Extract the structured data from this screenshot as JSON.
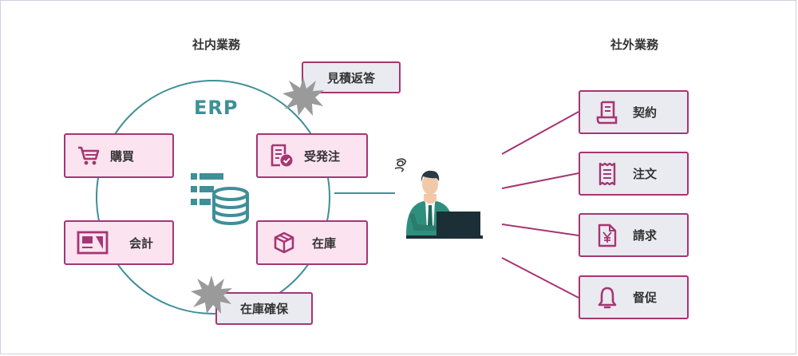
{
  "sections": {
    "internal_title": "社内業務",
    "external_title": "社外業務"
  },
  "erp": {
    "label": "ERP"
  },
  "internal_boxes": {
    "purchasing": {
      "label": "購買",
      "icon": "shopping-cart-icon"
    },
    "order_processing": {
      "label": "受発注",
      "icon": "document-check-icon"
    },
    "accounting": {
      "label": "会計",
      "icon": "ledger-window-icon"
    },
    "inventory": {
      "label": "在庫",
      "icon": "package-box-icon"
    }
  },
  "trouble_boxes": {
    "quote_response": {
      "label": "見積返答"
    },
    "inventory_reservation": {
      "label": "在庫確保"
    }
  },
  "external_boxes": [
    {
      "label": "契約",
      "icon": "contract-document-icon"
    },
    {
      "label": "注文",
      "icon": "order-receipt-icon"
    },
    {
      "label": "請求",
      "icon": "yen-invoice-icon"
    },
    {
      "label": "督促",
      "icon": "bell-icon"
    }
  ],
  "colors": {
    "accent": "#a53673",
    "teal": "#3e8f98",
    "pink_fill": "#fbe3f0",
    "gray_fill": "#eaeaf1",
    "burst": "#9a9a9a"
  }
}
